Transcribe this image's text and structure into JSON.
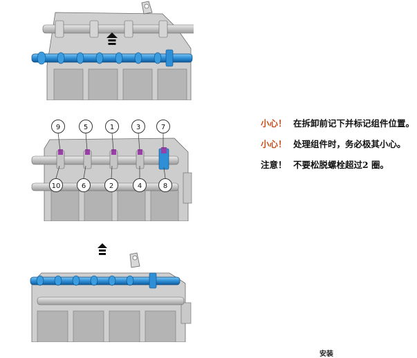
{
  "callouts": [
    "9",
    "5",
    "1",
    "3",
    "7",
    "10",
    "6",
    "2",
    "4",
    "8"
  ],
  "notes": [
    {
      "tag": "小心！",
      "text": "在拆卸前记下并标记组件位置。",
      "kind": "caution"
    },
    {
      "tag": "小心！",
      "text": "处理组件时，务必极其小心。",
      "kind": "caution"
    },
    {
      "tag": "注意！",
      "text": "不要松脱螺栓超过2 圈。",
      "kind": "notice"
    }
  ],
  "footer": {
    "label": "安装"
  },
  "colors": {
    "camshaft": "#2f8fd6",
    "caution": "#c8501e",
    "cap_marker": "#9b3fa8"
  },
  "icons": [
    "up-arrow-icon",
    "engine-head-illustration",
    "camshaft-illustration"
  ]
}
